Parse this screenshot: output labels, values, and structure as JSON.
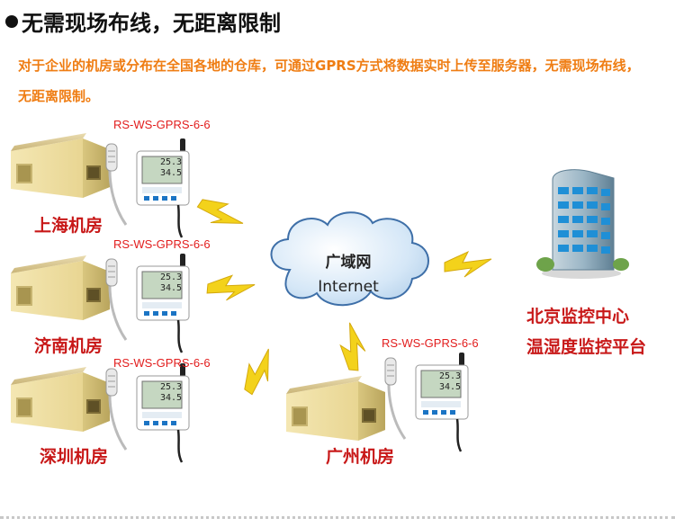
{
  "heading": "无需现场布线，无距离限制",
  "intro": "对于企业的机房或分布在全国各地的仓库，可通过GPRS方式将数据实时上传至服务器，无需现场布线，无距离限制。",
  "device_model": "RS-WS-GPRS-6-6",
  "lcd": {
    "temp": "25.3",
    "hum": "34.5"
  },
  "cloud": {
    "line1": "广域网",
    "line2": "Internet"
  },
  "sites": {
    "shanghai": "上海机房",
    "jinan": "济南机房",
    "shenzhen": "深圳机房",
    "guangzhou": "广州机房"
  },
  "center": {
    "line1": "北京监控中心",
    "line2": "温湿度监控平台"
  },
  "colors": {
    "intro": "#ef7d13",
    "model_label": "#e21d1d",
    "site_label": "#c81818",
    "cloud_fill": "#c6dff4",
    "cloud_stroke": "#3e6fa8",
    "lightning": "#f3d21b",
    "building": "#8ab2c8"
  },
  "icons": [
    "warehouse-icon",
    "sensor-device-icon",
    "lightning-icon",
    "cloud-icon",
    "office-building-icon"
  ]
}
